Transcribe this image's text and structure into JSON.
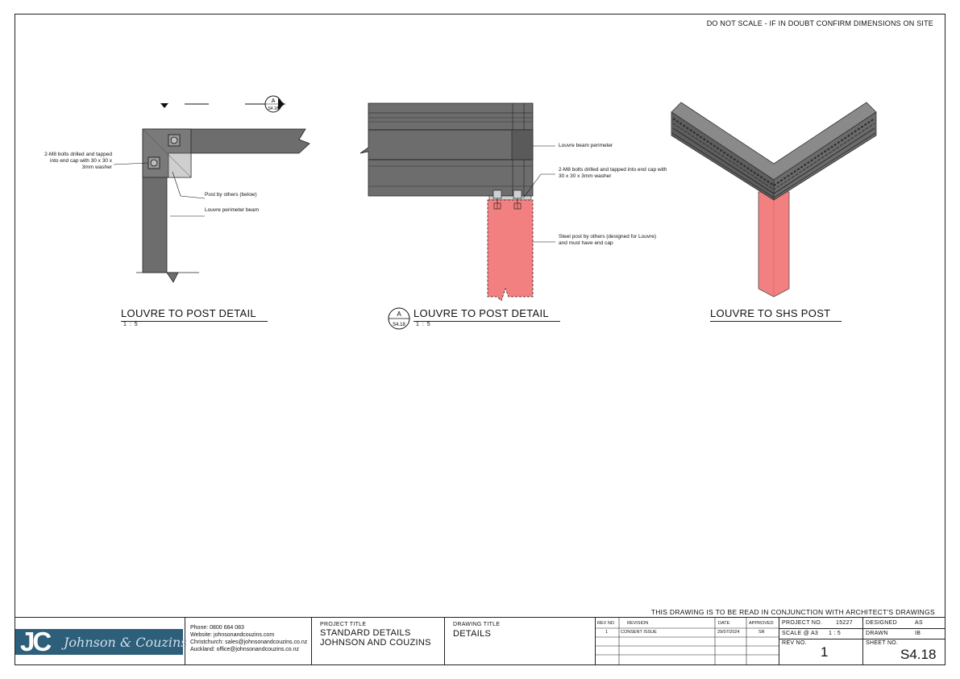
{
  "notes": {
    "top_right": "DO NOT SCALE - IF IN DOUBT CONFIRM DIMENSIONS ON SITE",
    "architect": "THIS DRAWING IS TO BE READ IN CONJUNCTION WITH ARCHITECT'S DRAWINGS"
  },
  "details": [
    {
      "title": "LOUVRE TO POST DETAIL",
      "scale": "1 : 5",
      "section_marker": {
        "letter": "A",
        "sheet": "S4.18"
      },
      "callouts": [
        "2-M8 bolts drilled and tapped into end cap with 30 x 30 x 3mm washer",
        "Post by others (below)",
        "Louvre perimeter beam"
      ]
    },
    {
      "title": "LOUVRE TO POST DETAIL",
      "scale": "1 : 5",
      "ref_marker": {
        "letter": "A",
        "sheet": "S4.18"
      },
      "callouts": [
        "Louvre beam perimeter",
        "2-M8 bolts drilled and tapped into end cap with 30 x 30 x 3mm washer",
        "Steel post by others (designed for Louvre) and must have end cap"
      ]
    },
    {
      "title": "LOUVRE TO SHS POST",
      "scale": ""
    }
  ],
  "title_block": {
    "company": "Johnson & Couzins",
    "logo_initials": "JC",
    "contact": {
      "phone": "Phone: 0800 664 083",
      "website": "Website: johnsonandcouzins.com",
      "christchurch": "Christchurch: sales@johnsonandcouzins.co.nz",
      "auckland": "Auckland: office@johnsonandcouzins.co.nz"
    },
    "project_title_label": "PROJECT TITLE",
    "project_title_line1": "STANDARD DETAILS",
    "project_title_line2": "JOHNSON AND COUZINS",
    "drawing_title_label": "DRAWING TITLE",
    "drawing_title": "DETAILS",
    "rev_table": {
      "headers": [
        "REV NO",
        "REVISION",
        "DATE",
        "APPROVED"
      ],
      "rows": [
        [
          "1",
          "CONSENT ISSUE",
          "29/07/2024",
          "SR"
        ]
      ]
    },
    "project_no_label": "PROJECT NO.",
    "project_no": "15227",
    "designed_label": "DESIGNED",
    "designed": "AS",
    "scale_label": "SCALE @ A3",
    "scale": "1 : 5",
    "drawn_label": "DRAWN",
    "drawn": "IB",
    "rev_no_label": "REV NO.",
    "rev_no": "1",
    "sheet_no_label": "SHEET NO.",
    "sheet_no": "S4.18"
  },
  "colors": {
    "beam": "#6d6d6d",
    "beam_dark": "#4a4a4a",
    "plate": "#c8c8c8",
    "post_red": "#f28080",
    "logo_bg": "#2d5f7a"
  }
}
